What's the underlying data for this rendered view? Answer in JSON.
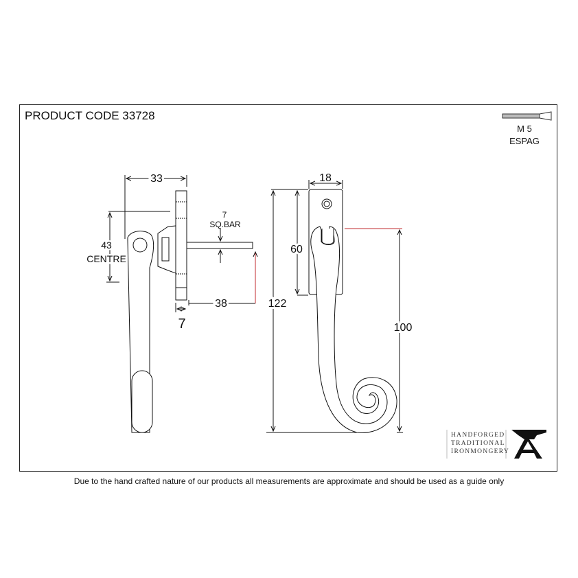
{
  "title": "PRODUCT CODE 33728",
  "footer": "Due to the hand crafted nature of our products all measurements are approximate and should be used as a guide only",
  "screw": {
    "size": "M 5",
    "type": "ESPAG"
  },
  "side_view": {
    "width_label": "33",
    "centre_value": "43",
    "centre_label": "CENTRE",
    "bar_size": "7",
    "bar_label": "SQ.BAR",
    "bar_length": "38",
    "plate_thickness": "7"
  },
  "front_view": {
    "plate_width": "18",
    "plate_height": "60",
    "total_height": "122",
    "handle_length": "100"
  },
  "logo": {
    "line1": "HANDFORGED",
    "line2": "TRADITIONAL",
    "line3": "IRONMONGERY",
    "mark": "A"
  },
  "colors": {
    "line": "#111111",
    "accent_red": "#c0282d"
  }
}
